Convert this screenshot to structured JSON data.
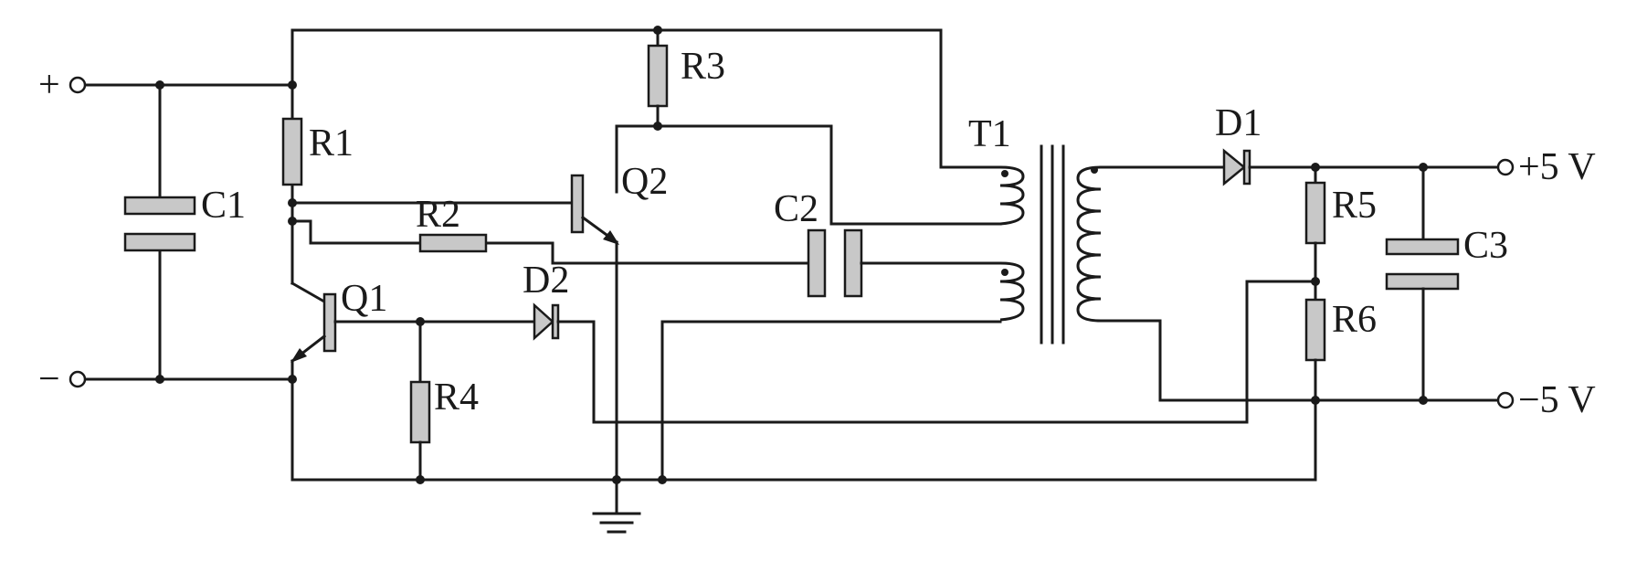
{
  "diagram": {
    "terminals": {
      "plus": "+",
      "minus": "−",
      "out_pos": "+5  V",
      "out_neg": "−5  V"
    },
    "components": {
      "c1": "C1",
      "r1": "R1",
      "r2": "R2",
      "r3": "R3",
      "q1": "Q1",
      "q2": "Q2",
      "d2": "D2",
      "r4": "R4",
      "c2": "C2",
      "t1": "T1",
      "d1": "D1",
      "r5": "R5",
      "r6": "R6",
      "c3": "C3"
    }
  }
}
